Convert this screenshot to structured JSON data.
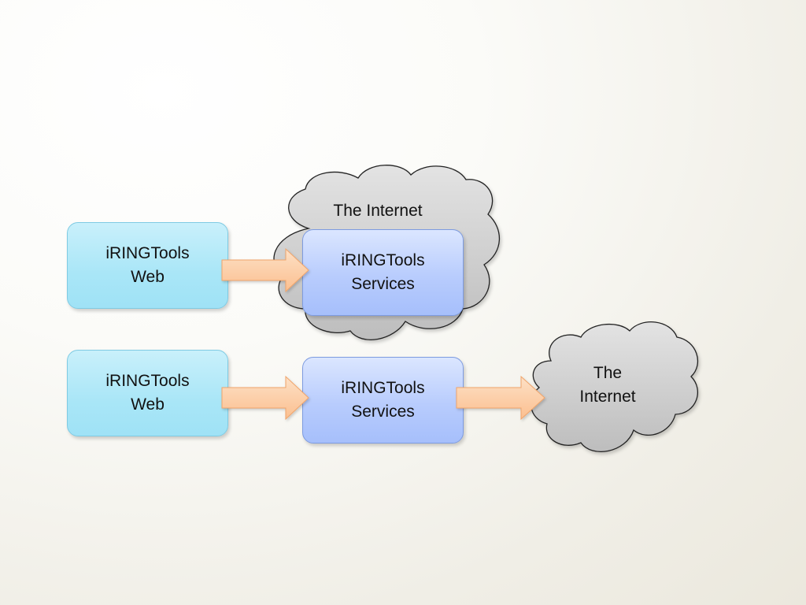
{
  "diagram": {
    "row1": {
      "web": {
        "line1": "iRINGTools",
        "line2": "Web"
      },
      "services": {
        "line1": "iRINGTools",
        "line2": "Services"
      },
      "cloud": {
        "label": "The Internet"
      }
    },
    "row2": {
      "web": {
        "line1": "iRINGTools",
        "line2": "Web"
      },
      "services": {
        "line1": "iRINGTools",
        "line2": "Services"
      },
      "cloud": {
        "line1": "The",
        "line2": "Internet"
      }
    }
  },
  "colors": {
    "web_fill": "#a9e6f7",
    "services_fill": "#b8ccfd",
    "arrow_fill": "#fcc9a0",
    "cloud_fill": "#d4d4d4"
  }
}
